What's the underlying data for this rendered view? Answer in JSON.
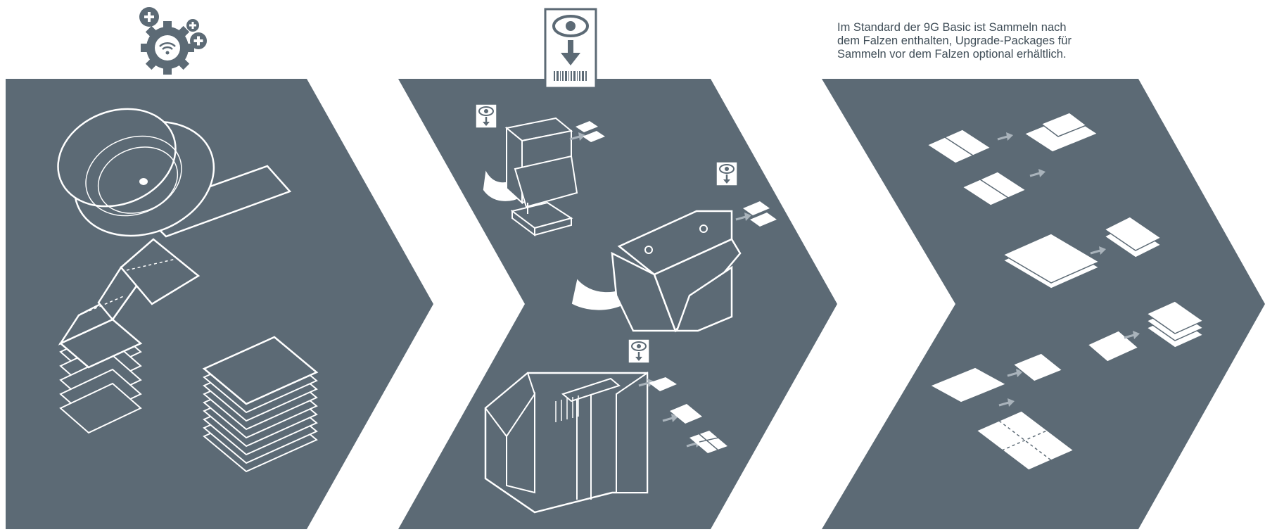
{
  "colors": {
    "panel": "#5c6a75",
    "line": "#ffffff",
    "arrow": "#a9b3bb",
    "text": "#3f4d57"
  },
  "icons": {
    "stage_1_header": "gear-wifi-plus-icon",
    "stage_2_header": "eye-camera-barcode-icon",
    "camera_sensor": "eye-down-arrow-icon"
  },
  "stage_3_note": {
    "lines": [
      "Im Standard der 9G Basic ist Sammeln nach",
      "dem Falzen enthalten, Upgrade-Packages für",
      "Sammeln vor dem Falzen optional erhältlich."
    ]
  }
}
